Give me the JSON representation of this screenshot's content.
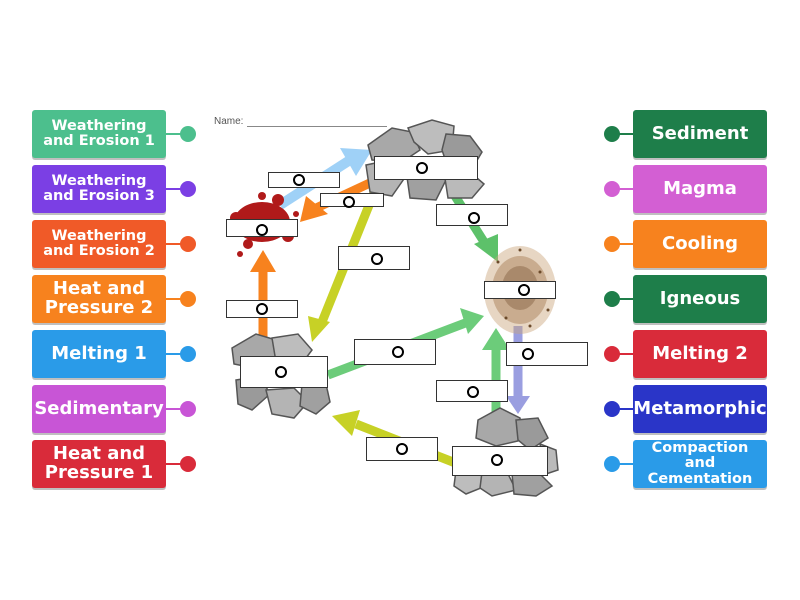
{
  "name_label": "Name:",
  "left_labels": [
    {
      "text": "Weathering and Erosion 1",
      "color": "#4cbf8d"
    },
    {
      "text": "Weathering and Erosion 3",
      "color": "#7b3fe4"
    },
    {
      "text": "Weathering and Erosion 2",
      "color": "#f05a28"
    },
    {
      "text": "Heat and Pressure 2",
      "color": "#f7821e"
    },
    {
      "text": "Melting 1",
      "color": "#2a9be8"
    },
    {
      "text": "Sedimentary",
      "color": "#c855d6"
    },
    {
      "text": "Heat and Pressure 1",
      "color": "#d92b3a"
    }
  ],
  "right_labels": [
    {
      "text": "Sediment",
      "color": "#1e7e4a"
    },
    {
      "text": "Magma",
      "color": "#d35fd3"
    },
    {
      "text": "Cooling",
      "color": "#f7821e"
    },
    {
      "text": "Igneous",
      "color": "#1e7e4a"
    },
    {
      "text": "Melting 2",
      "color": "#d92b3a"
    },
    {
      "text": "Metamorphic",
      "color": "#2a35c8"
    },
    {
      "text": "Compaction and Cementation",
      "color": "#2a9be8"
    }
  ]
}
